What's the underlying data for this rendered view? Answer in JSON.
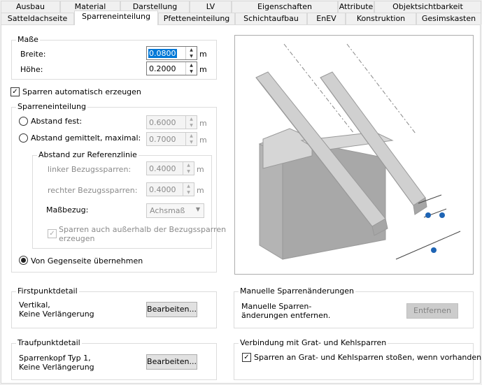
{
  "tabs_row1": [
    "Ausbau",
    "Material",
    "Darstellung",
    "LV",
    "Eigenschaften",
    "Attribute",
    "Objektsichtbarkeit"
  ],
  "tabs_row2": [
    "Satteldachseite",
    "Sparreneinteilung",
    "Pfetteneinteilung",
    "Schichtaufbau",
    "EnEV",
    "Konstruktion",
    "Gesimskasten"
  ],
  "active_tab": "Sparreneinteilung",
  "masse": {
    "title": "Maße",
    "breite_label": "Breite:",
    "breite_value": "0.0800",
    "hoehe_label": "Höhe:",
    "hoehe_value": "0.2000",
    "unit": "m"
  },
  "auto_sparren": {
    "label": "Sparren automatisch erzeugen",
    "checked": true
  },
  "sparreneinteilung": {
    "title": "Sparreneinteilung",
    "abstand_fest_label": "Abstand fest:",
    "abstand_fest_value": "0.6000",
    "abstand_gemittelt_label": "Abstand gemittelt, maximal:",
    "abstand_gemittelt_value": "0.7000",
    "unit": "m",
    "referenz": {
      "title": "Abstand zur Referenzlinie",
      "linker_label": "linker Bezugssparren:",
      "linker_value": "0.4000",
      "rechter_label": "rechter Bezugssparren:",
      "rechter_value": "0.4000",
      "unit": "m"
    },
    "massbezug_label": "Maßbezug:",
    "massbezug_value": "Achsmaß",
    "ausserhalb_label_1": "Sparren auch außerhalb der Bezugssparren",
    "ausserhalb_label_2": "erzeugen",
    "gegenseite_label": "Von Gegenseite übernehmen"
  },
  "firstpunkt": {
    "title": "Firstpunktdetail",
    "line1": "Vertikal,",
    "line2": "Keine Verlängerung",
    "button": "Bearbeiten..."
  },
  "traufpunkt": {
    "title": "Traufpunktdetail",
    "line1": "Sparrenkopf Typ 1,",
    "line2": "Keine Verlängerung",
    "button": "Bearbeiten..."
  },
  "manuelle": {
    "title": "Manuelle Sparrenänderungen",
    "line1": "Manuelle Sparren-",
    "line2": "änderungen entfernen.",
    "button": "Entfernen"
  },
  "verbindung": {
    "title": "Verbindung mit Grat- und Kehlsparren",
    "label": "Sparren an Grat- und Kehlsparren stoßen, wenn vorhanden",
    "checked": true
  },
  "colors": {
    "selection": "#0078d7",
    "dimension_dot": "#1e64b4"
  }
}
